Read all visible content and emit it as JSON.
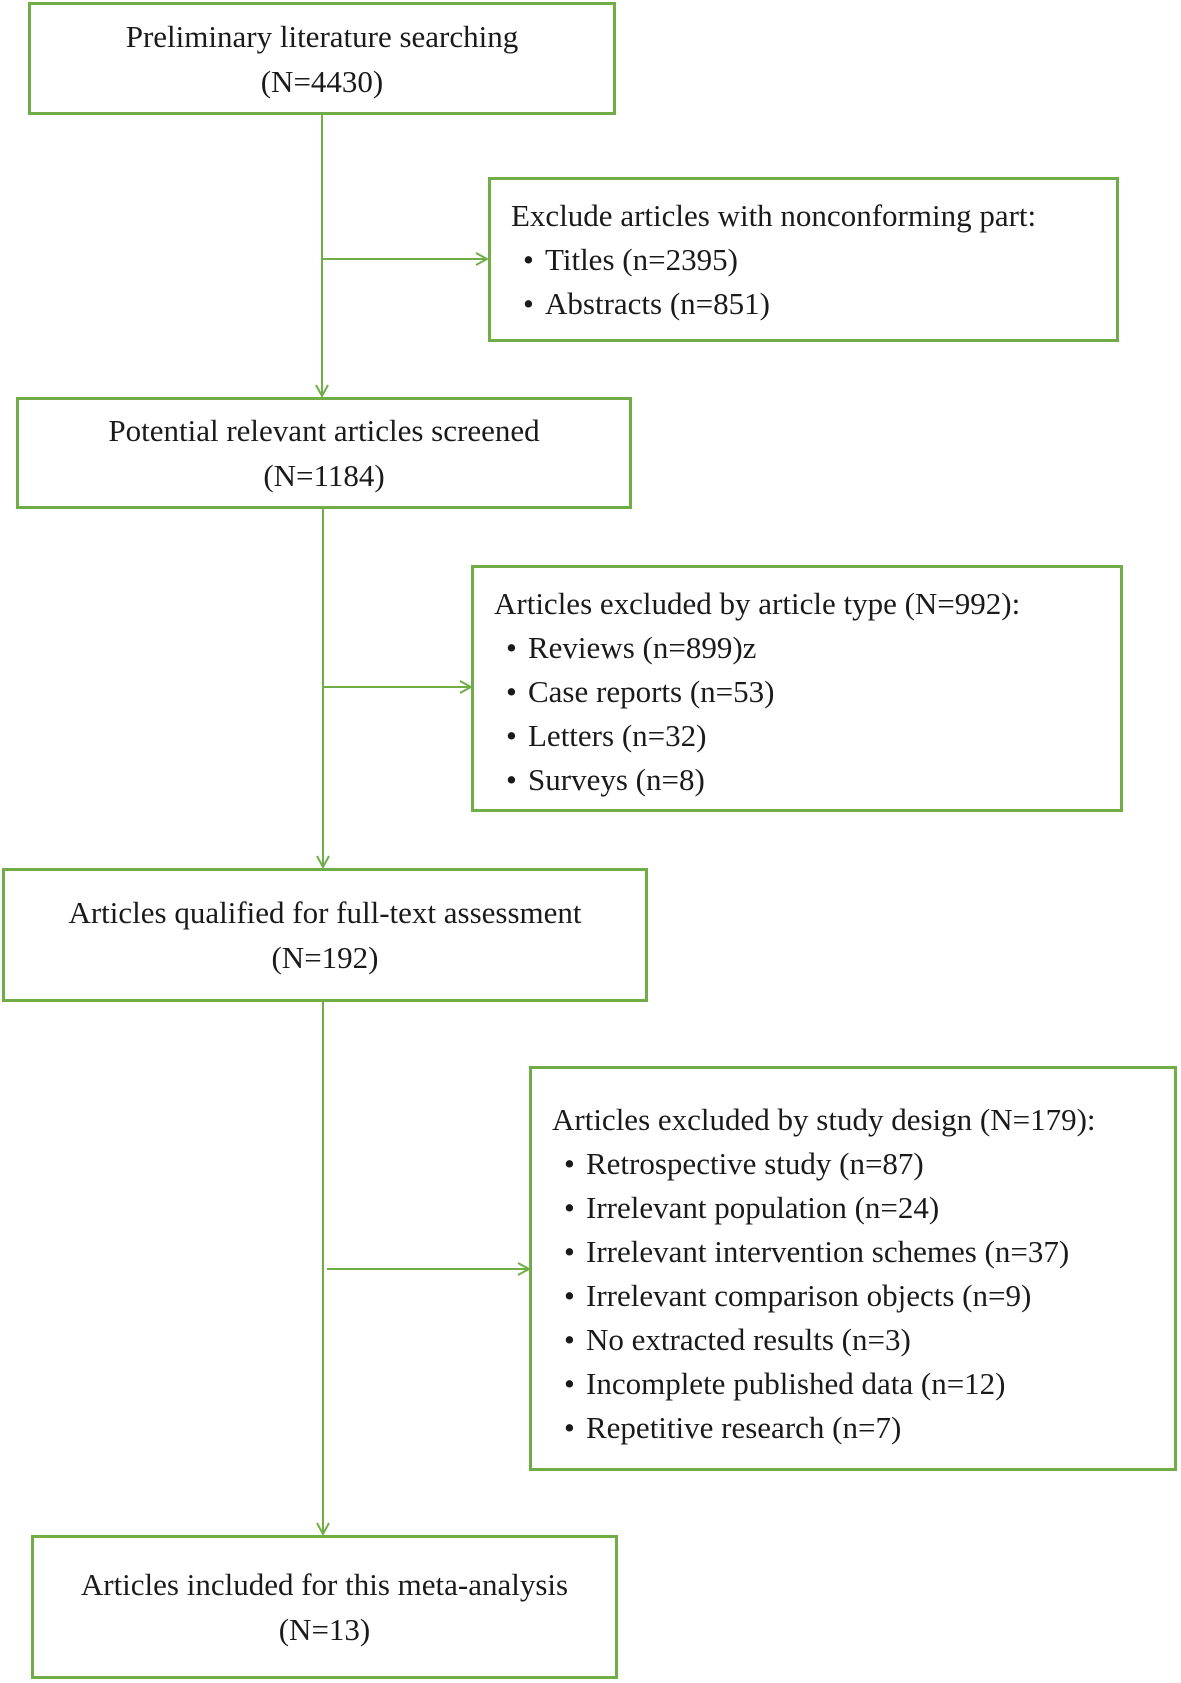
{
  "flow": {
    "box1": {
      "title": "Preliminary literature searching",
      "count": "(N=4430)"
    },
    "exclusion1": {
      "heading": "Exclude articles with nonconforming part:",
      "items": [
        "Titles (n=2395)",
        "Abstracts (n=851)"
      ]
    },
    "box2": {
      "title": "Potential relevant articles screened",
      "count": "(N=1184)"
    },
    "exclusion2": {
      "heading": "Articles excluded by article type (N=992):",
      "items": [
        "Reviews (n=899)z",
        "Case reports (n=53)",
        "Letters (n=32)",
        "Surveys (n=8)"
      ]
    },
    "box3": {
      "title": "Articles qualified for full-text assessment",
      "count": "(N=192)"
    },
    "exclusion3": {
      "heading": "Articles excluded by study design (N=179):",
      "items": [
        "Retrospective study (n=87)",
        "Irrelevant population (n=24)",
        "Irrelevant intervention schemes (n=37)",
        "Irrelevant comparison objects (n=9)",
        "No extracted results (n=3)",
        "Incomplete published data (n=12)",
        "Repetitive research (n=7)"
      ]
    },
    "box4": {
      "title": "Articles included for this meta-analysis",
      "count": "(N=13)"
    }
  },
  "colors": {
    "border": "#70ad47",
    "arrow": "#70ad47",
    "text": "#1a1a1a"
  }
}
